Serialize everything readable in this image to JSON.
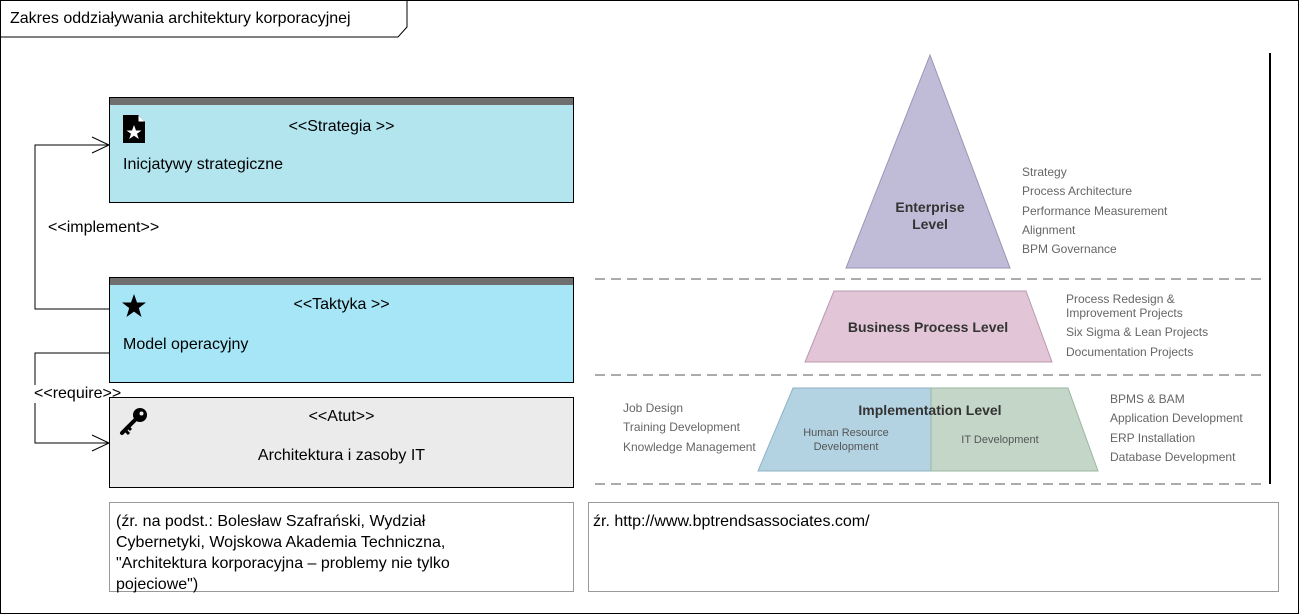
{
  "diagram": {
    "title": "Zakres oddziaływania architektury korporacyjnej",
    "boxes": [
      {
        "stereotype": "<<Strategia >>",
        "name": "Inicjatywy strategiczne",
        "icon": "document-star-icon",
        "color": "#b3e5ef"
      },
      {
        "stereotype": "<<Taktyka >>",
        "name": "Model operacyjny",
        "icon": "star-icon",
        "color": "#a6e6f6"
      },
      {
        "stereotype": "<<Atut>>",
        "name": "Architektura i zasoby IT",
        "icon": "key-icon",
        "color": "#ebebeb"
      }
    ],
    "relations": [
      {
        "label": "<<implement>>"
      },
      {
        "label": "<<require>>"
      }
    ],
    "notes": [
      {
        "lines": [
          "(źr. na podst.: Bolesław Szafrański, Wydział",
          "Cybernetyki, Wojskowa Akademia Techniczna,",
          "\"Architektura korporacyjna – problemy nie tylko",
          "pojeciowe\")"
        ]
      },
      {
        "lines": [
          "źr. http://www.bptrendsassociates.com/"
        ]
      }
    ]
  },
  "pyramid": {
    "enterprise": {
      "title_lines": [
        "Enterprise",
        "Level"
      ],
      "items": [
        "Strategy",
        "Process Architecture",
        "Performance Measurement",
        "Alignment",
        "BPM Governance"
      ],
      "color": "#c0bcd8"
    },
    "business": {
      "title": "Business Process Level",
      "items": [
        "Process Redesign &",
        "Improvement Projects",
        "Six Sigma & Lean Projects",
        "Documentation Projects"
      ],
      "color": "#e2c5d6"
    },
    "implementation": {
      "title": "Implementation Level",
      "left_label_lines": [
        "Human Resource",
        "Development"
      ],
      "right_label": "IT Development",
      "left_items": [
        "Job Design",
        "Training Development",
        "Knowledge Management"
      ],
      "right_items": [
        "BPMS & BAM",
        "Application Development",
        "ERP Installation",
        "Database Development"
      ],
      "left_color": "#b3d3e3",
      "right_color": "#c3d6c7"
    }
  }
}
